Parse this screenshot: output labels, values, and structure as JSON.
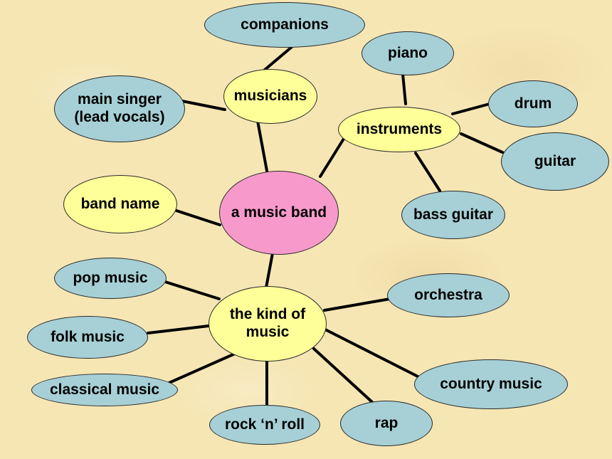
{
  "colors": {
    "background": "#f6e6b4",
    "leaf_node": "#a6d0d6",
    "category_node": "#ffff99",
    "central_node": "#f79acb",
    "line": "#000000"
  },
  "center": {
    "label": "a music band"
  },
  "categories": {
    "musicians": {
      "label": "musicians"
    },
    "instruments": {
      "label": "instruments"
    },
    "band_name": {
      "label": "band name"
    },
    "kind_of_music": {
      "label": "the kind of\nmusic"
    }
  },
  "musicians_items": {
    "companions": "companions",
    "main_singer": "main singer\n(lead vocals)"
  },
  "instruments_items": {
    "piano": "piano",
    "drum": "drum",
    "guitar": "guitar",
    "bass_guitar": "bass guitar"
  },
  "music_items": {
    "pop": "pop music",
    "folk": "folk music",
    "classical": "classical music",
    "rock": "rock ‘n’ roll",
    "rap": "rap",
    "country": "country music",
    "orchestra": "orchestra"
  }
}
